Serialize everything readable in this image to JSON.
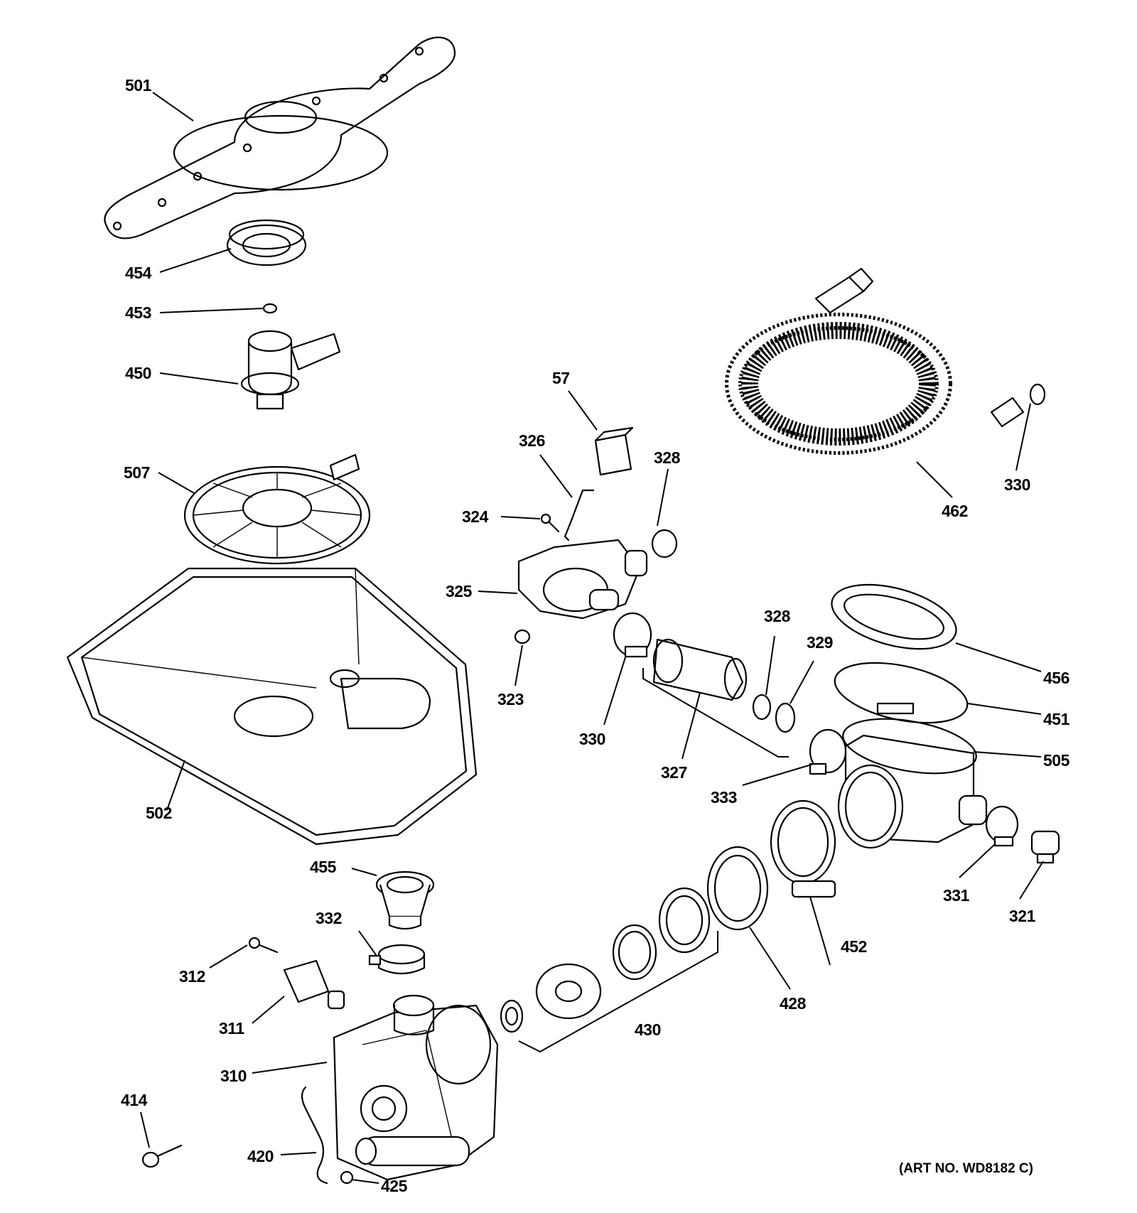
{
  "callouts": {
    "c501": "501",
    "c454": "454",
    "c453": "453",
    "c450": "450",
    "c507": "507",
    "c502": "502",
    "c455": "455",
    "c332": "332",
    "c312": "312",
    "c311": "311",
    "c310": "310",
    "c414": "414",
    "c420": "420",
    "c425": "425",
    "c57": "57",
    "c326": "326",
    "c328a": "328",
    "c324": "324",
    "c325": "325",
    "c323": "323",
    "c330a": "330",
    "c327": "327",
    "c328b": "328",
    "c329": "329",
    "c333": "333",
    "c430": "430",
    "c428": "428",
    "c452": "452",
    "c462": "462",
    "c330b": "330",
    "c456": "456",
    "c451": "451",
    "c505": "505",
    "c331": "331",
    "c321": "321"
  },
  "art_number": "(ART NO. WD8182 C)"
}
